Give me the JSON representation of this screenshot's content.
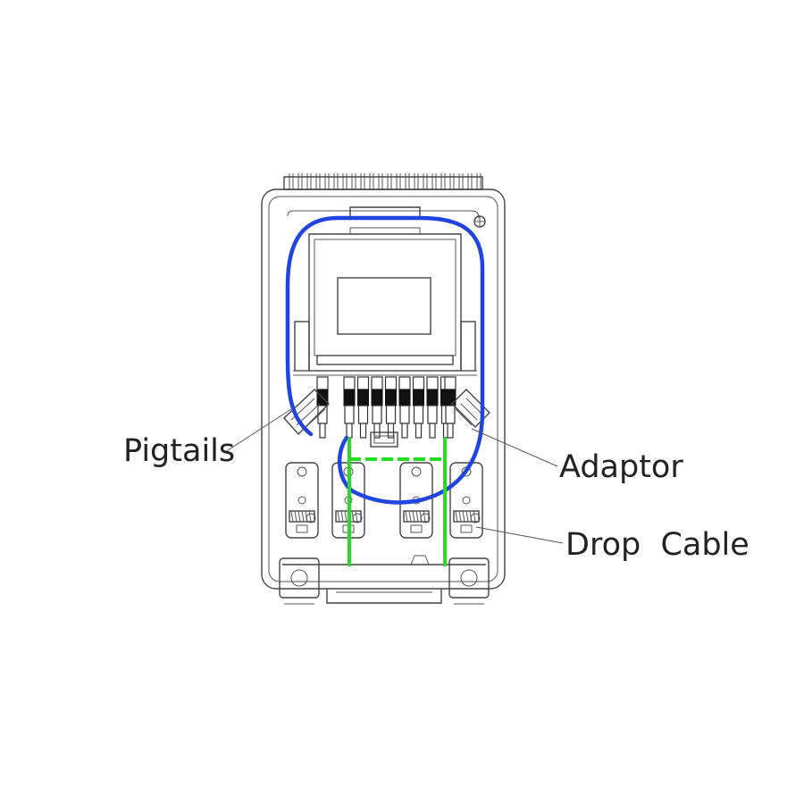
{
  "labels": {
    "pigtails": "Pigtails",
    "adaptor": "Adaptor",
    "drop_cable": "Drop  Cable"
  },
  "colors": {
    "pigtail_loop": "#1F44E0",
    "drop_cable": "#22DD22",
    "outline": "#444444",
    "adapter_fill": "#111111",
    "label": "#222222"
  },
  "adapter_count": 8,
  "cable_clamp_count": 4
}
